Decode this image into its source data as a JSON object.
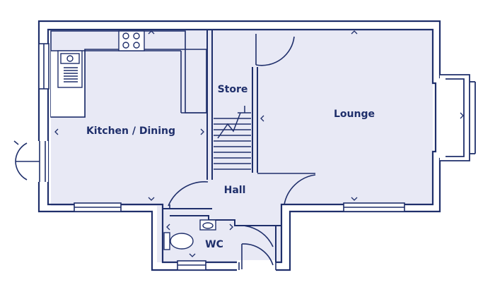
{
  "colors": {
    "wall": "#1f2f6b",
    "floor": "#e8e9f5",
    "background": "#ffffff",
    "label": "#1f2f6b"
  },
  "rooms": {
    "kitchen": "Kitchen / Dining",
    "store": "Store",
    "lounge": "Lounge",
    "hall": "Hall",
    "wc": "WC"
  }
}
